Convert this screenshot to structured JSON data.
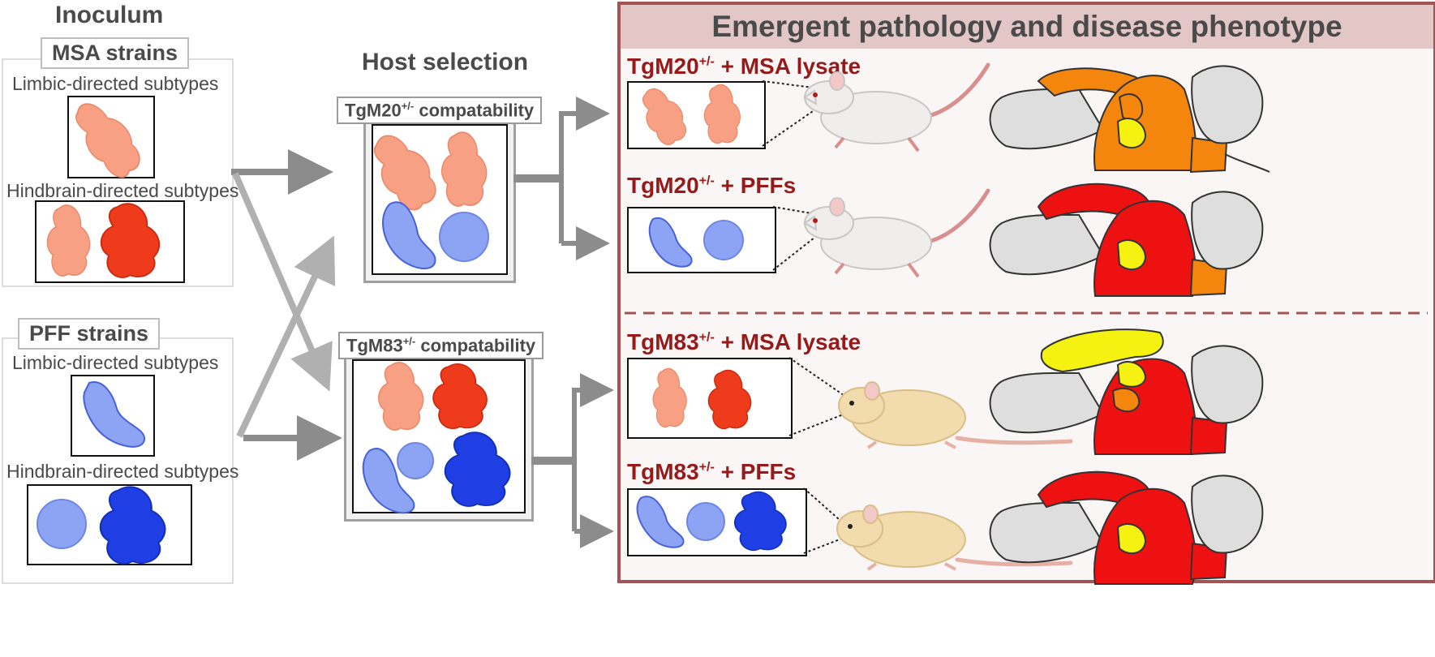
{
  "inoculum": {
    "title": "Inoculum",
    "msa": {
      "label": "MSA strains",
      "limbic": "Limbic-directed subtypes",
      "hindbrain": "Hindbrain-directed subtypes"
    },
    "pff": {
      "label": "PFF strains",
      "limbic": "Limbic-directed subtypes",
      "hindbrain": "Hindbrain-directed subtypes"
    }
  },
  "host_selection": {
    "title": "Host selection",
    "tgm20": {
      "name": "TgM20",
      "sup": "+/-",
      "suffix": " compatability"
    },
    "tgm83": {
      "name": "TgM83",
      "sup": "+/-",
      "suffix": " compatability"
    }
  },
  "phenotype": {
    "title": "Emergent pathology and disease phenotype",
    "conditions": [
      {
        "name": "TgM20",
        "sup": "+/-",
        "suffix": " + MSA lysate"
      },
      {
        "name": "TgM20",
        "sup": "+/-",
        "suffix": " + PFFs"
      },
      {
        "name": "TgM83",
        "sup": "+/-",
        "suffix": " + MSA lysate"
      },
      {
        "name": "TgM83",
        "sup": "+/-",
        "suffix": " + PFFs"
      }
    ]
  },
  "colors": {
    "msa_limbic": "#f7a083",
    "msa_hind": "#ee3b1c",
    "pff_limbic": "#8da3f4",
    "pff_hind": "#1f3fe4",
    "panel_border": "#a45355",
    "condition_text": "#961a1a",
    "orange": "#f5860d",
    "red": "#ee1111",
    "yellow": "#f5f211",
    "brain_grey": "#dedede"
  }
}
